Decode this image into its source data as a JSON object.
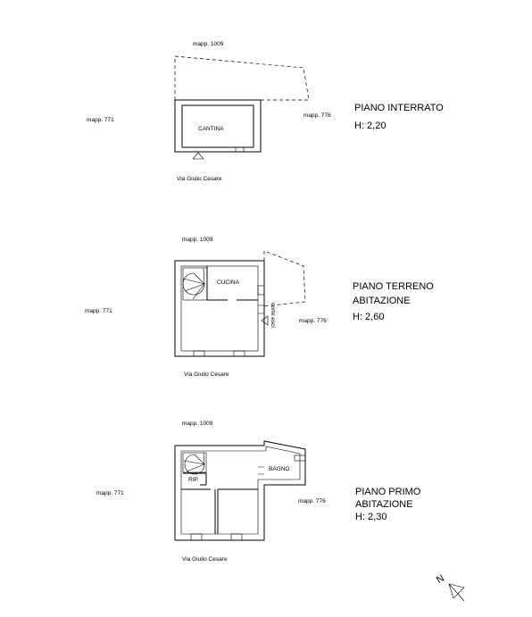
{
  "floors": [
    {
      "title": "PIANO INTERRATO",
      "subtitle": "",
      "height": "H: 2,20",
      "rooms": [
        "CANTINA"
      ],
      "mapp_top": "mapp. 1009",
      "mapp_left": "mapp. 771",
      "mapp_right": "mapp. 776",
      "street": "Via Giulio Cesare"
    },
    {
      "title": "PIANO TERRENO",
      "subtitle": "ABITAZIONE",
      "height": "H: 2,60",
      "rooms": [
        "CUCINA",
        "corte escl."
      ],
      "mapp_top": "mapp. 1009",
      "mapp_left": "mapp. 771",
      "mapp_right": "mapp. 776",
      "street": "Via Giulio Cesare"
    },
    {
      "title": "PIANO PRIMO",
      "subtitle": "ABITAZIONE",
      "height": "H: 2,30",
      "rooms": [
        "RIP.",
        "BAGNO"
      ],
      "mapp_top": "mapp. 1009",
      "mapp_left": "mapp. 771",
      "mapp_right": "mapp. 776",
      "street": "Via Giulio Cesare"
    }
  ],
  "north": "N"
}
